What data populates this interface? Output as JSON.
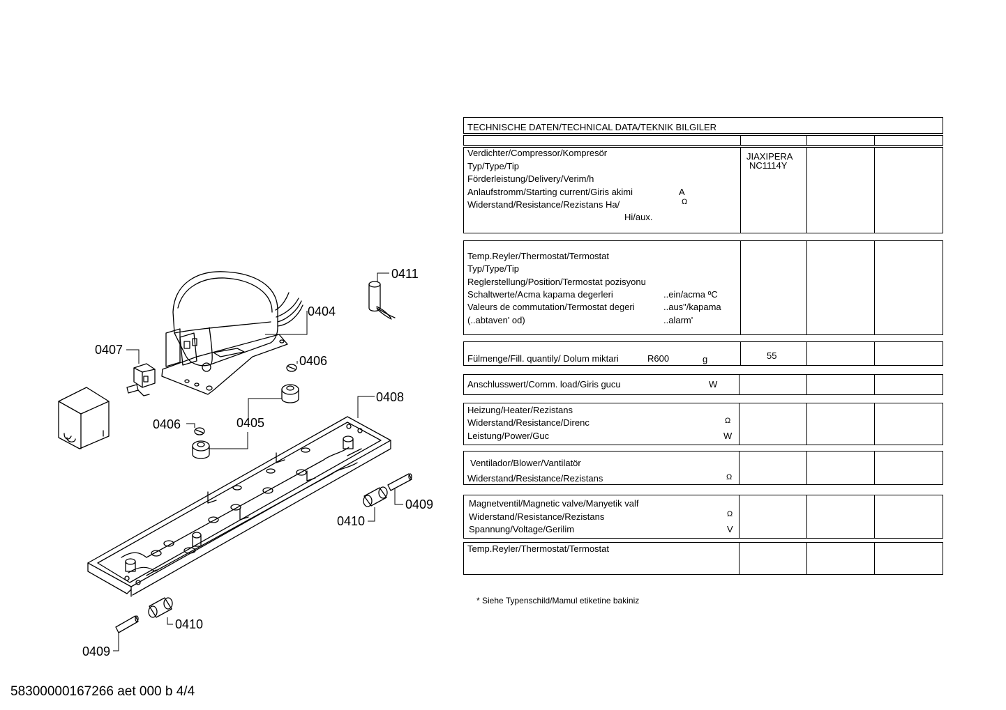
{
  "part_labels": {
    "p0411": "0411",
    "p0404": "0404",
    "p0407": "0407",
    "p0406a": "0406",
    "p0408": "0408",
    "p0406b": "0406",
    "p0405": "0405",
    "p0409a": "0409",
    "p0410a": "0410",
    "p0410b": "0410",
    "p0409b": "0409"
  },
  "table": {
    "header": "TECHNISCHE DATEN/TECHNICAL DATA/TEKNIK BILGILER",
    "compressor": {
      "l1": "Verdichter/Compressor/Kompresör",
      "l2": "Typ/Type/Tip",
      "l3": "Förderleistung/Delivery/Verim/h",
      "l4": "Anlaufstromm/Starting current/Giris akimi",
      "l4u": "A",
      "l5": "Widerstand/Resistance/Rezistans Ha/",
      "l5u": "Ω",
      "l6": "Hi/aux.",
      "v1": "JIAXIPERA",
      "v2": "NC1114Y"
    },
    "thermostat": {
      "l1": "Temp.Reyler/Thermostat/Termostat",
      "l2": "Typ/Type/Tip",
      "l3": "Reglerstellung/Position/Termostat  pozisyonu",
      "l4": "Schaltwerte/Acma kapama degerleri",
      "l4r": "..ein/acma ºC",
      "l5": "Valeurs de commutation/Termostat degeri",
      "l5r": "..aus\"/kapama",
      "l6": "(..abtaven' od)",
      "l6r": "..alarm'"
    },
    "fill": {
      "label": "Fülmenge/Fill. quantily/ Dolum miktari",
      "gas": "R600",
      "unit": "g",
      "value": "55"
    },
    "load": {
      "label": "Anschlusswert/Comm. load/Giris gucu",
      "unit": "W"
    },
    "heater": {
      "l1": "Heizung/Heater/Rezistans",
      "l2": "Widerstand/Resistance/Direnc",
      "l2u": "Ω",
      "l3": "Leistung/Power/Guc",
      "l3u": "W"
    },
    "blower": {
      "l1": "Ventilador/Blower/Vantilatör",
      "l2": "Widerstand/Resistance/Rezistans",
      "l2u": "Ω"
    },
    "valve": {
      "l1": "Magnetventil/Magnetic valve/Manyetik valf",
      "l2": "Widerstand/Resistance/Rezistans",
      "l2u": "Ω",
      "l3": "Spannung/Voltage/Gerilim",
      "l3u": "V"
    },
    "thermostat2": {
      "l1": "Temp.Reyler/Thermostat/Termostat"
    }
  },
  "note": "* Siehe Typenschild/Mamul etiketine bakiniz",
  "footer": "58300000167266 aet 000 b 4/4"
}
